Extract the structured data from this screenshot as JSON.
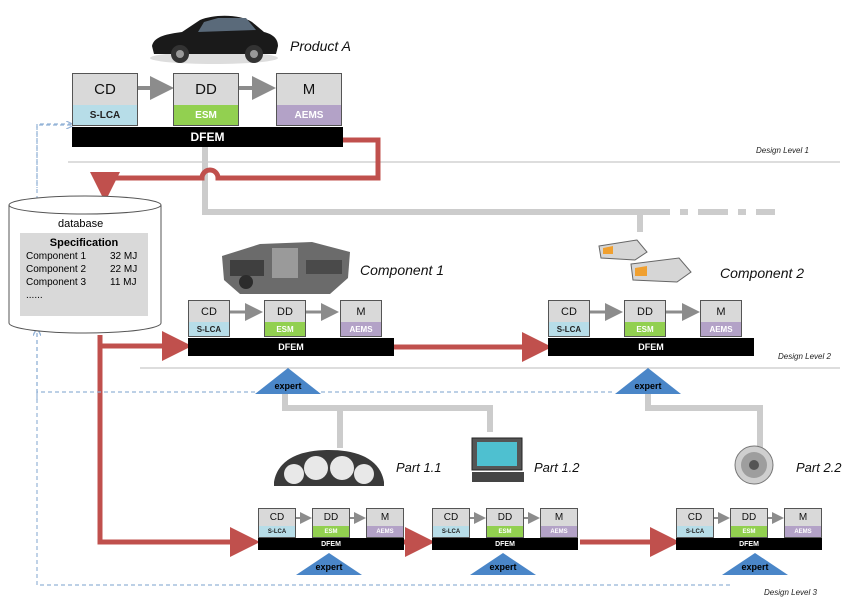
{
  "product": {
    "label": "Product A"
  },
  "components": [
    {
      "label": "Component 1"
    },
    {
      "label": "Component 2"
    }
  ],
  "parts": [
    {
      "label": "Part 1.1"
    },
    {
      "label": "Part  1.2"
    },
    {
      "label": "Part  2.2"
    }
  ],
  "stage_labels": {
    "cd": "CD",
    "dd": "DD",
    "m": "M",
    "slca": "S-LCA",
    "esm": "ESM",
    "aems": "AEMS",
    "dfem": "DFEM"
  },
  "expert_label": "expert",
  "levels": {
    "l1": "Design Level 1",
    "l2": "Design Level 2",
    "l3": "Design Level 3"
  },
  "database": {
    "title": "database",
    "spec_title": "Specification",
    "rows": [
      {
        "name": "Component 1",
        "value": "32 MJ"
      },
      {
        "name": "Component 2",
        "value": "22 MJ"
      },
      {
        "name": "Component 3",
        "value": "11 MJ"
      }
    ],
    "more": "......"
  },
  "colors": {
    "red_arrow": "#c0504d",
    "grey_link": "#cccccc",
    "dashed": "#95b3d7",
    "expert_fill": "#4a86c8"
  }
}
